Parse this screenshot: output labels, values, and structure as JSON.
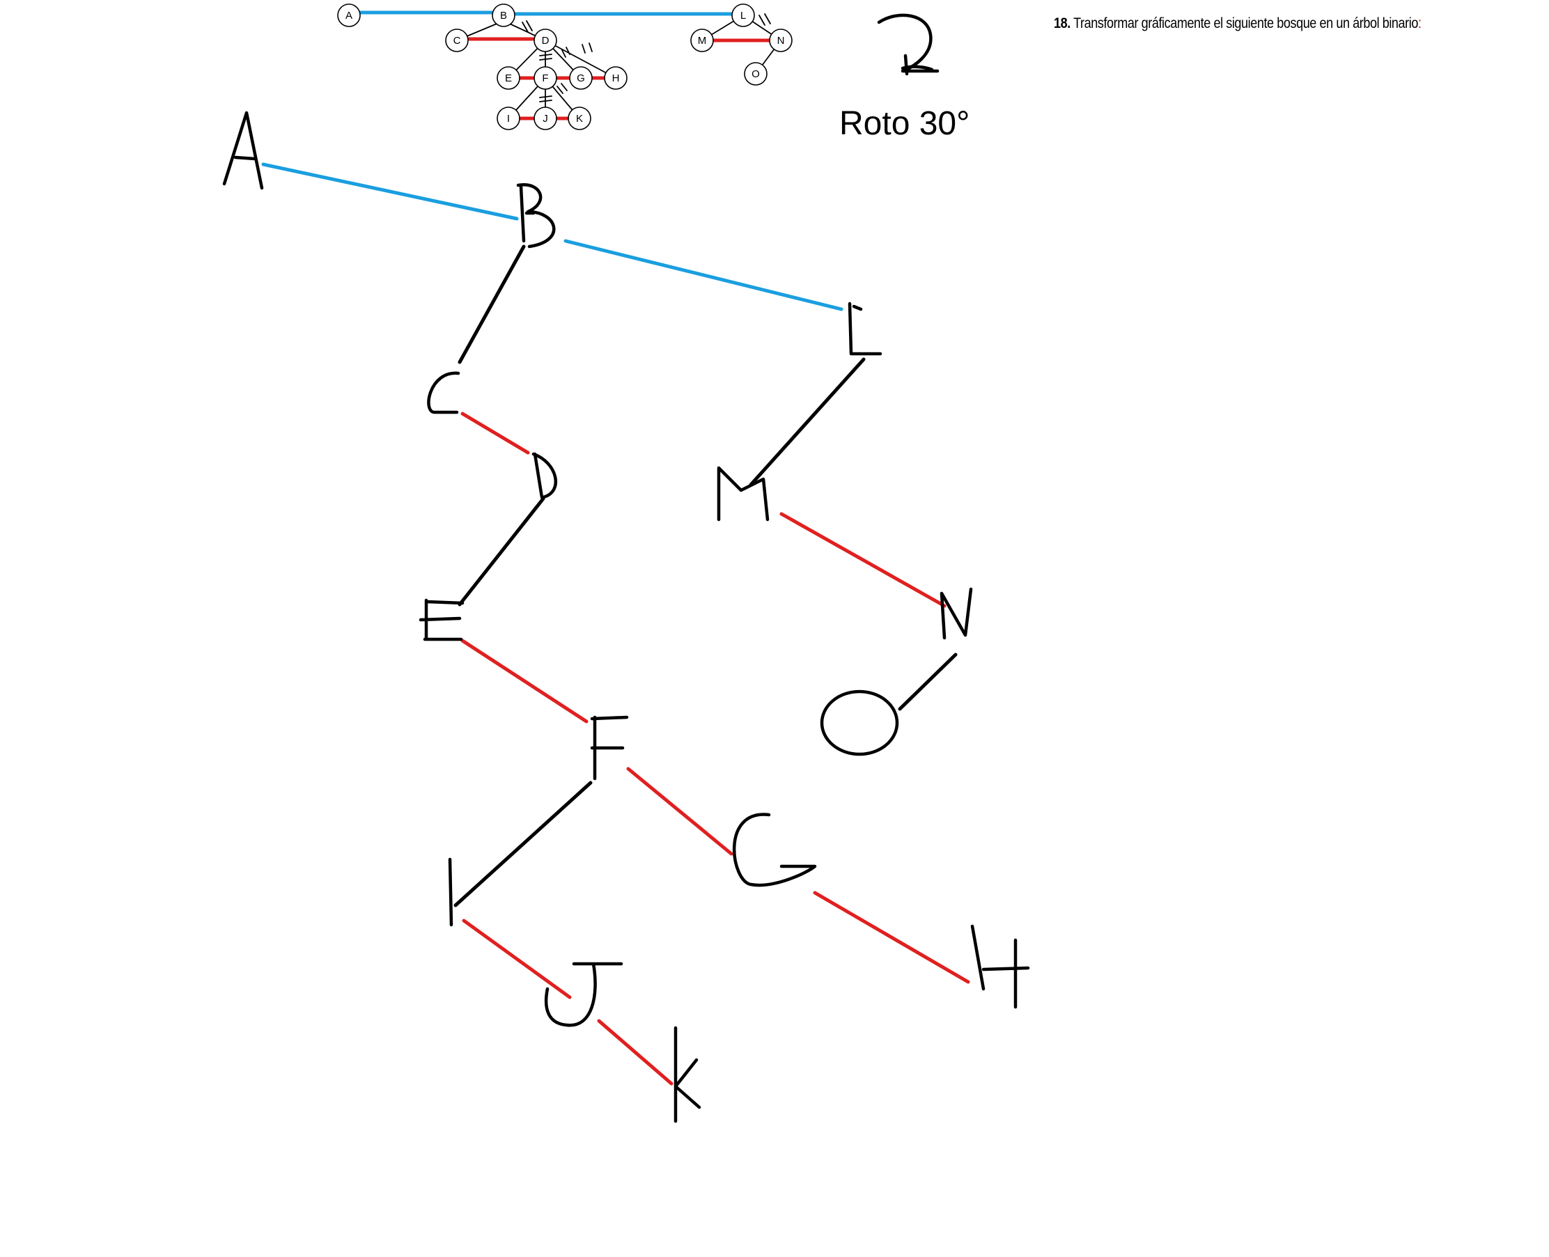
{
  "exercise": {
    "number": "18.",
    "statement": "Transformar gráficamente el siguiente bosque en un árbol binario",
    "colon": ":"
  },
  "annotation": "Roto 30°",
  "colors": {
    "sibling_root": "#1a9ee0",
    "sibling": "#e02020",
    "child": "#000000",
    "statement_colon": "#e00000"
  },
  "forest": {
    "nodes": [
      "A",
      "B",
      "C",
      "D",
      "E",
      "F",
      "G",
      "H",
      "I",
      "J",
      "K",
      "L",
      "M",
      "N",
      "O"
    ],
    "root_links": [
      [
        "A",
        "B"
      ],
      [
        "B",
        "L"
      ]
    ],
    "sibling_links": [
      [
        "C",
        "D"
      ],
      [
        "E",
        "F"
      ],
      [
        "F",
        "G"
      ],
      [
        "G",
        "H"
      ],
      [
        "I",
        "J"
      ],
      [
        "J",
        "K"
      ],
      [
        "M",
        "N"
      ]
    ],
    "child_links_kept": [
      [
        "B",
        "C"
      ],
      [
        "D",
        "E"
      ],
      [
        "F",
        "I"
      ],
      [
        "L",
        "M"
      ],
      [
        "N",
        "O"
      ]
    ],
    "child_links_removed": [
      [
        "B",
        "D"
      ],
      [
        "D",
        "F"
      ],
      [
        "D",
        "G"
      ],
      [
        "D",
        "H"
      ],
      [
        "F",
        "J"
      ],
      [
        "F",
        "K"
      ],
      [
        "L",
        "N"
      ]
    ]
  },
  "binary_tree": {
    "nodes": [
      "A",
      "B",
      "C",
      "D",
      "E",
      "F",
      "G",
      "H",
      "I",
      "J",
      "K",
      "L",
      "M",
      "N",
      "O"
    ],
    "edges": [
      {
        "from": "A",
        "to": "B",
        "kind": "sibling_root"
      },
      {
        "from": "B",
        "to": "L",
        "kind": "sibling_root"
      },
      {
        "from": "B",
        "to": "C",
        "kind": "child"
      },
      {
        "from": "C",
        "to": "D",
        "kind": "sibling"
      },
      {
        "from": "D",
        "to": "E",
        "kind": "child"
      },
      {
        "from": "E",
        "to": "F",
        "kind": "sibling"
      },
      {
        "from": "F",
        "to": "G",
        "kind": "sibling"
      },
      {
        "from": "G",
        "to": "H",
        "kind": "sibling"
      },
      {
        "from": "F",
        "to": "I",
        "kind": "child"
      },
      {
        "from": "I",
        "to": "J",
        "kind": "sibling"
      },
      {
        "from": "J",
        "to": "K",
        "kind": "sibling"
      },
      {
        "from": "L",
        "to": "M",
        "kind": "child"
      },
      {
        "from": "M",
        "to": "N",
        "kind": "sibling"
      },
      {
        "from": "N",
        "to": "O",
        "kind": "child"
      }
    ]
  }
}
